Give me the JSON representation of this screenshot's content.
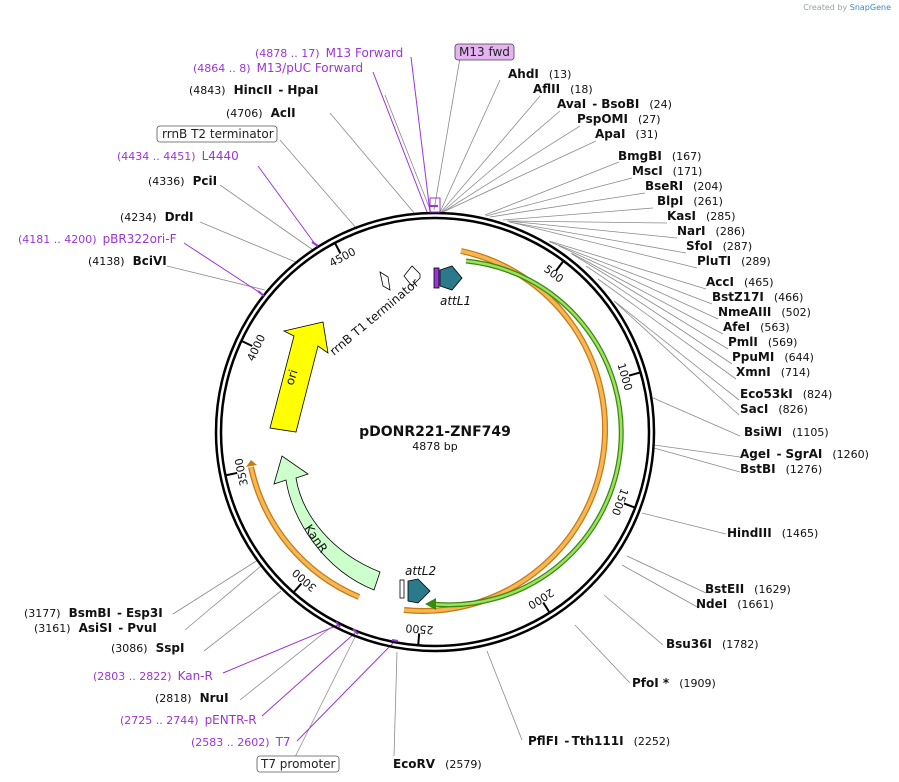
{
  "credit": {
    "prefix": "Created by",
    "brand": "SnapGene"
  },
  "plasmid": {
    "name": "pDONR221-ZNF749",
    "length_label": "4878 bp",
    "total_bp": 4878
  },
  "ticks": [
    "500",
    "1000",
    "1500",
    "2000",
    "2500",
    "3000",
    "3500",
    "4000",
    "4500"
  ],
  "features": {
    "attL1": "attL1",
    "attL2": "attL2",
    "ori": "ori",
    "KanR": "KanR",
    "rrnB_T1": "rrnB T1 terminator"
  },
  "boxed_labels": {
    "m13fwd": "M13 fwd",
    "rrnb_t2": "rrnB T2 terminator",
    "t7_promoter": "T7 promoter"
  },
  "primers_left": [
    {
      "range": "(4878 .. 17)",
      "name": "M13 Forward"
    },
    {
      "range": "(4864 .. 8)",
      "name": "M13/pUC Forward"
    },
    {
      "range": "(4434 .. 4451)",
      "name": "L4440"
    },
    {
      "range": "(4181 .. 4200)",
      "name": "pBR322ori-F"
    },
    {
      "range": "(2803 .. 2822)",
      "name": "Kan-R"
    },
    {
      "range": "(2725 .. 2744)",
      "name": "pENTR-R"
    },
    {
      "range": "(2583 .. 2602)",
      "name": "T7"
    }
  ],
  "sites_left": [
    {
      "pos": "(4843)",
      "name": "HincII",
      "name2": "HpaI"
    },
    {
      "pos": "(4706)",
      "name": "AclI"
    },
    {
      "pos": "(4336)",
      "name": "PciI"
    },
    {
      "pos": "(4234)",
      "name": "DrdI"
    },
    {
      "pos": "(4138)",
      "name": "BciVI"
    },
    {
      "pos": "(3177)",
      "name": "BsmBI",
      "name2": "Esp3I"
    },
    {
      "pos": "(3161)",
      "name": "AsiSI",
      "name2": "PvuI"
    },
    {
      "pos": "(3086)",
      "name": "SspI"
    },
    {
      "pos": "(2818)",
      "name": "NruI"
    }
  ],
  "sites_right": [
    {
      "name": "AhdI",
      "pos": "(13)"
    },
    {
      "name": "AflII",
      "pos": "(18)"
    },
    {
      "name": "AvaI",
      "name2": "BsoBI",
      "pos": "(24)"
    },
    {
      "name": "PspOMI",
      "pos": "(27)"
    },
    {
      "name": "ApaI",
      "pos": "(31)"
    },
    {
      "name": "BmgBI",
      "pos": "(167)"
    },
    {
      "name": "MscI",
      "pos": "(171)"
    },
    {
      "name": "BseRI",
      "pos": "(204)"
    },
    {
      "name": "BlpI",
      "pos": "(261)"
    },
    {
      "name": "KasI",
      "pos": "(285)"
    },
    {
      "name": "NarI",
      "pos": "(286)"
    },
    {
      "name": "SfoI",
      "pos": "(287)"
    },
    {
      "name": "PluTI",
      "pos": "(289)"
    },
    {
      "name": "AccI",
      "pos": "(465)"
    },
    {
      "name": "BstZ17I",
      "pos": "(466)"
    },
    {
      "name": "NmeAIII",
      "pos": "(502)"
    },
    {
      "name": "AfeI",
      "pos": "(563)"
    },
    {
      "name": "PmlI",
      "pos": "(569)"
    },
    {
      "name": "PpuMI",
      "pos": "(644)"
    },
    {
      "name": "XmnI",
      "pos": "(714)"
    },
    {
      "name": "Eco53kI",
      "pos": "(824)"
    },
    {
      "name": "SacI",
      "pos": "(826)"
    },
    {
      "name": "BsiWI",
      "pos": "(1105)"
    },
    {
      "name": "AgeI",
      "name2": "SgrAI",
      "pos": "(1260)"
    },
    {
      "name": "BstBI",
      "pos": "(1276)"
    },
    {
      "name": "HindIII",
      "pos": "(1465)"
    },
    {
      "name": "BstEII",
      "pos": "(1629)"
    },
    {
      "name": "NdeI",
      "pos": "(1661)"
    },
    {
      "name": "Bsu36I",
      "pos": "(1782)"
    },
    {
      "name": "PfoI *",
      "pos": "(1909)"
    },
    {
      "name": "PflFI",
      "name2": "Tth111I",
      "pos": "(2252)"
    },
    {
      "name": "EcoRV",
      "pos": "(2579)"
    }
  ],
  "colors": {
    "primer": "#9a35d6",
    "ori": "#ffff00",
    "kanr": "#ccffcc",
    "orf_orange": "#f0a020",
    "orf_green": "#58c818",
    "att": "#2a7a8c"
  }
}
